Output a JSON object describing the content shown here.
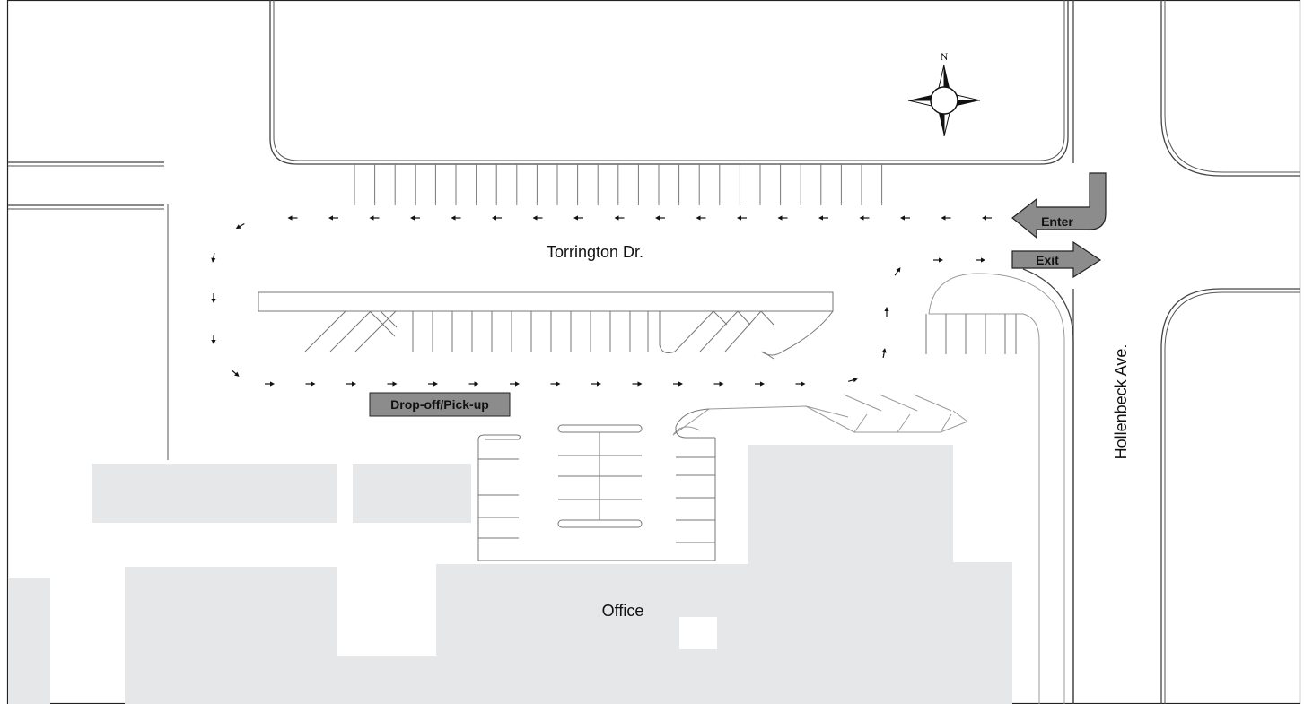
{
  "map": {
    "streets": {
      "torrington": "Torrington Dr.",
      "hollenbeck": "Hollenbeck Ave."
    },
    "labels": {
      "enter": "Enter",
      "exit": "Exit",
      "dropoff": "Drop-off/Pick-up",
      "office": "Office",
      "north": "N"
    },
    "colors": {
      "building": "#e6e7e8",
      "sign": "#8c8c8c",
      "road_line": "#444444"
    },
    "icons": {
      "compass": "compass-rose-icon",
      "enter": "enter-arrow-icon",
      "exit": "exit-arrow-icon"
    }
  }
}
